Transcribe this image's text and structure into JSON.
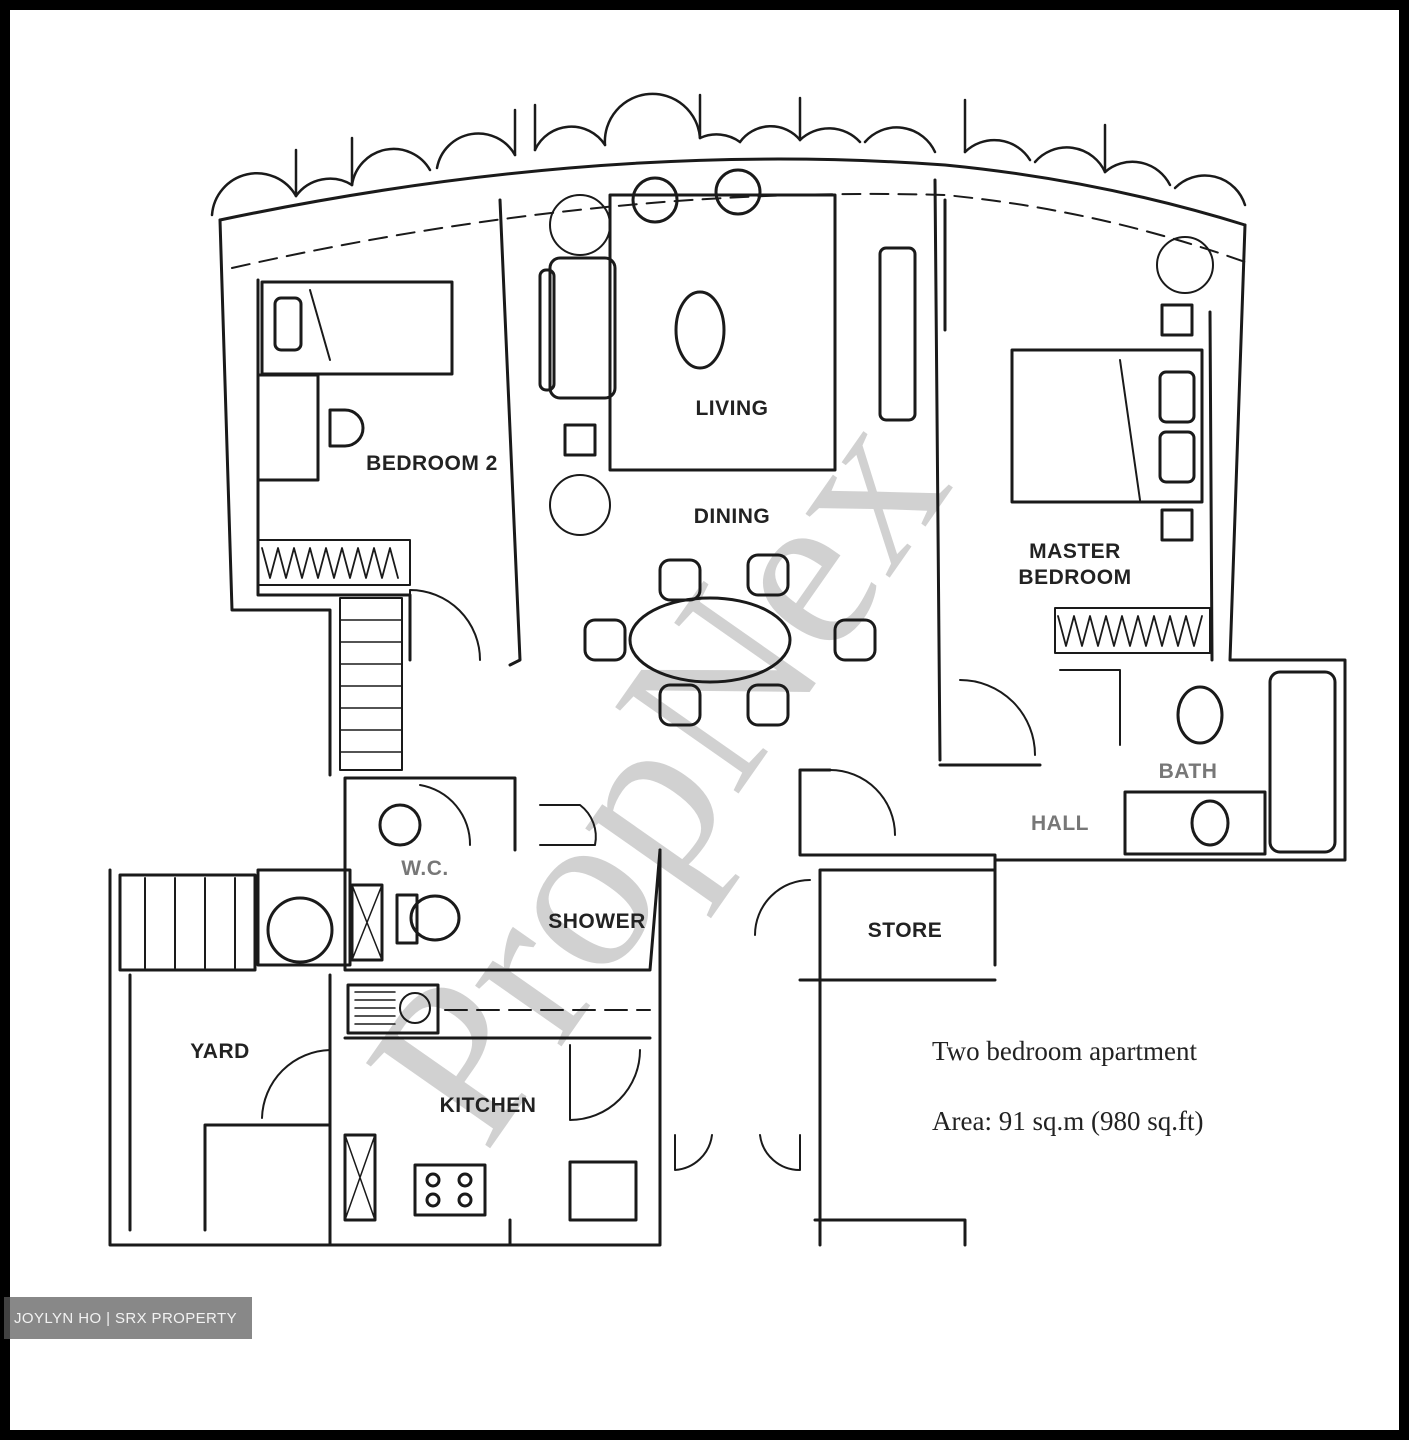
{
  "watermark_text": "PropNex",
  "rooms": {
    "bedroom2": "BEDROOM 2",
    "living": "LIVING",
    "dining": "DINING",
    "master_bedroom_line1": "MASTER",
    "master_bedroom_line2": "BEDROOM",
    "wc": "W.C.",
    "bath": "BATH",
    "hall": "HALL",
    "shower": "SHOWER",
    "store": "STORE",
    "yard": "YARD",
    "kitchen": "KITCHEN"
  },
  "caption": {
    "title": "Two bedroom apartment",
    "area": "Area: 91 sq.m (980 sq.ft)"
  },
  "credit": "JOYLYN HO | SRX PROPERTY",
  "colors": {
    "paper": "#ffffff",
    "line": "#1a1a1a",
    "border": "#000000"
  }
}
